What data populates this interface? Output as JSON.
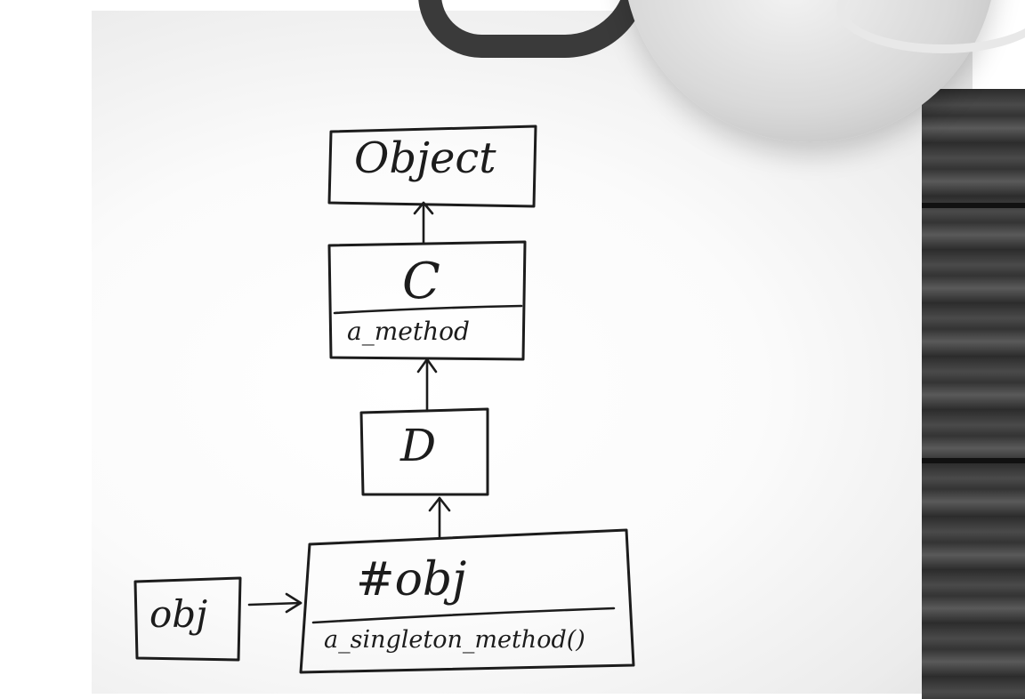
{
  "diagram": {
    "nodes": [
      {
        "id": "object",
        "title": "Object"
      },
      {
        "id": "c",
        "title": "C",
        "method": "a_method"
      },
      {
        "id": "d",
        "title": "D"
      },
      {
        "id": "singleton",
        "title": "#obj",
        "method": "a_singleton_method()"
      },
      {
        "id": "obj",
        "title": "obj"
      }
    ],
    "edges": [
      {
        "from": "c",
        "to": "object"
      },
      {
        "from": "d",
        "to": "c"
      },
      {
        "from": "singleton",
        "to": "d"
      },
      {
        "from": "obj",
        "to": "singleton"
      }
    ]
  }
}
